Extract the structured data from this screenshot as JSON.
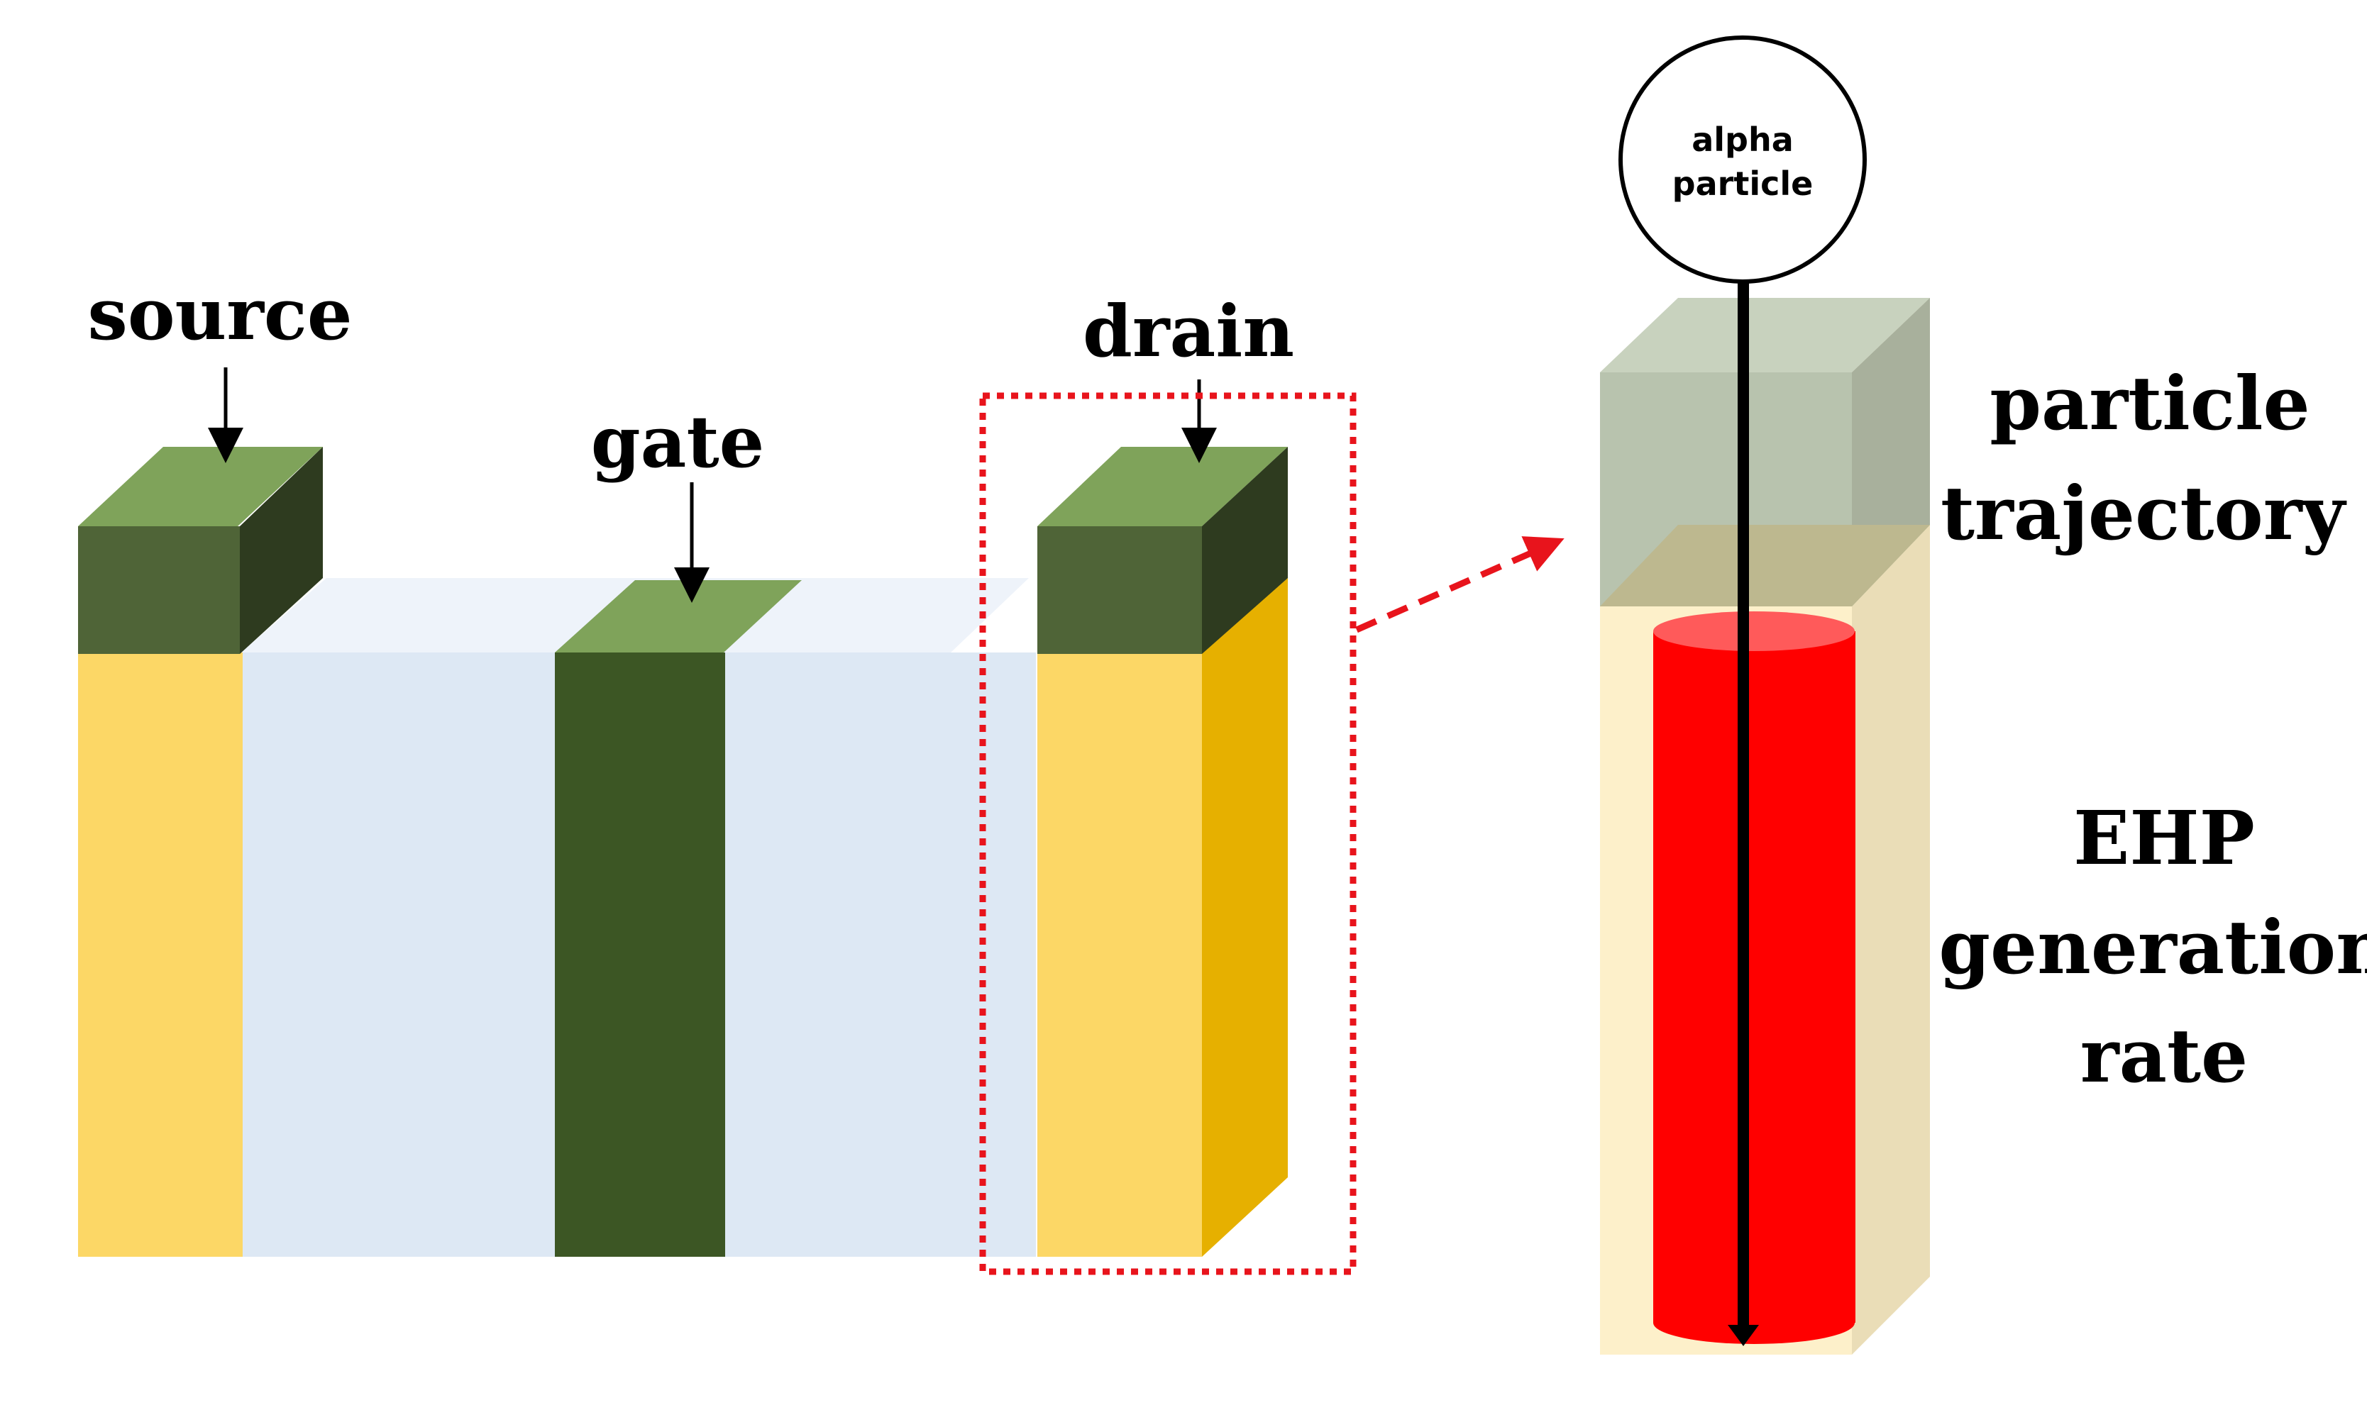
{
  "labels": {
    "source": "source",
    "gate": "gate",
    "drain": "drain",
    "alpha_line1": "alpha",
    "alpha_line2": "particle",
    "trajectory_line1": "particle",
    "trajectory_line2": "trajectory",
    "ehp_line1": "EHP",
    "ehp_line2": "generation",
    "ehp_line3": "rate"
  },
  "colors": {
    "contact_top": "#7FA35A",
    "contact_front": "#4F6437",
    "contact_side": "#2E3B1F",
    "diffusion_front": "#FCD766",
    "diffusion_side": "#E6B000",
    "channel_front": "#DDE8F4",
    "channel_top": "#EEF3FA",
    "gate_front": "#3C5624",
    "gate_top": "#7FA35A",
    "highlight_box": "#E8141C",
    "ehp_cylinder": "#FF0000",
    "arrow": "#000000"
  }
}
